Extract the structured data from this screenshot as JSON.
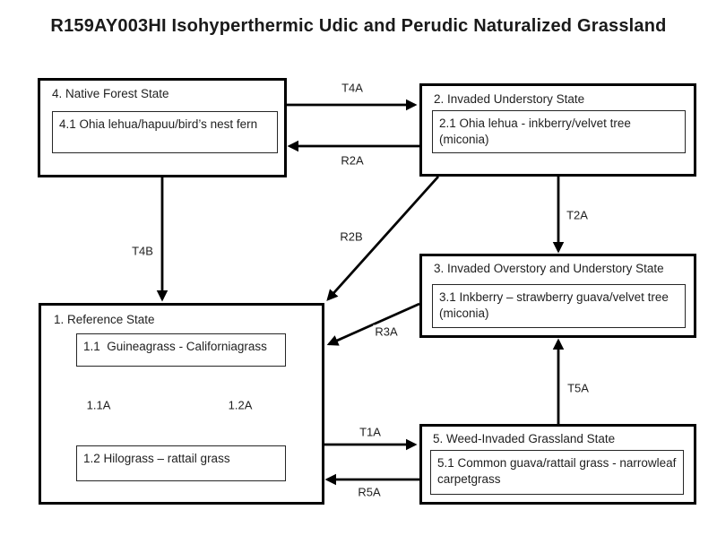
{
  "title": "R159AY003HI Isohyperthermic Udic and Perudic Naturalized Grassland",
  "states": {
    "s4": {
      "label": "4. Native Forest State",
      "communities": [
        "4.1 Ohia lehua/hapuu/bird’s nest fern"
      ]
    },
    "s2": {
      "label": "2. Invaded Understory State",
      "communities": [
        "2.1 Ohia lehua - inkberry/velvet tree (miconia)"
      ]
    },
    "s3": {
      "label": "3. Invaded Overstory and Understory State",
      "communities": [
        "3.1 Inkberry – strawberry guava/velvet tree (miconia)"
      ]
    },
    "s1": {
      "label": "1. Reference State",
      "communities": [
        "1.1  Guineagrass - Californiagrass",
        "1.2 Hilograss – rattail grass"
      ]
    },
    "s5": {
      "label": "5. Weed-Invaded Grassland State",
      "communities": [
        "5.1 Common guava/rattail grass - narrowleaf carpetgrass"
      ]
    }
  },
  "transitions": {
    "t4a": "T4A",
    "r2a": "R2A",
    "t4b": "T4B",
    "t2a": "T2A",
    "r2b": "R2B",
    "r3a": "R3A",
    "t5a": "T5A",
    "t1a": "T1A",
    "r5a": "R5A",
    "c11a": "1.1A",
    "c12a": "1.2A"
  },
  "colors": {
    "line": "#000000",
    "border": "#000000",
    "background": "#ffffff",
    "text": "#1f1f1f"
  }
}
